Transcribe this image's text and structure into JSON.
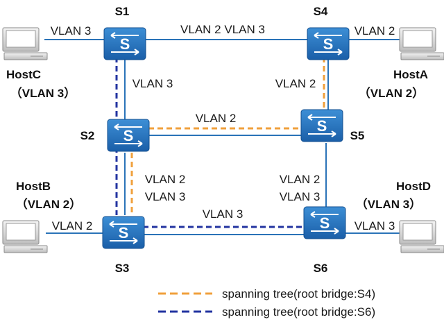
{
  "switches": {
    "s1": {
      "name": "S1"
    },
    "s2": {
      "name": "S2"
    },
    "s3": {
      "name": "S3"
    },
    "s4": {
      "name": "S4"
    },
    "s5": {
      "name": "S5"
    },
    "s6": {
      "name": "S6"
    },
    "icon_letter": "S"
  },
  "hosts": {
    "hostA": {
      "name": "HostA",
      "vlan": "（VLAN 2）"
    },
    "hostB": {
      "name": "HostB",
      "vlan": "（VLAN 2）"
    },
    "hostC": {
      "name": "HostC",
      "vlan": "（VLAN 3）"
    },
    "hostD": {
      "name": "HostD",
      "vlan": "（VLAN 3）"
    }
  },
  "links": {
    "hostC_s1": "VLAN 3",
    "s1_s4": "VLAN 2 VLAN 3",
    "s4_hostA": "VLAN 2",
    "s1_s2": "VLAN 3",
    "s4_s5": "VLAN 2",
    "s2_s5": "VLAN 2",
    "s2_s3_a": "VLAN 2",
    "s2_s3_b": "VLAN 3",
    "s5_s6_a": "VLAN 2",
    "s5_s6_b": "VLAN 3",
    "s3_s6": "VLAN 3",
    "hostB_s3": "VLAN 2",
    "s6_hostD": "VLAN 3"
  },
  "legend": {
    "orange": "spanning tree(root bridge:S4)",
    "blue": "spanning tree(root bridge:S6)"
  },
  "colors": {
    "link": "#2a73b8",
    "switch": "#1f6db5",
    "orange_tree": "#f0a03c",
    "blue_tree": "#2233a0"
  }
}
